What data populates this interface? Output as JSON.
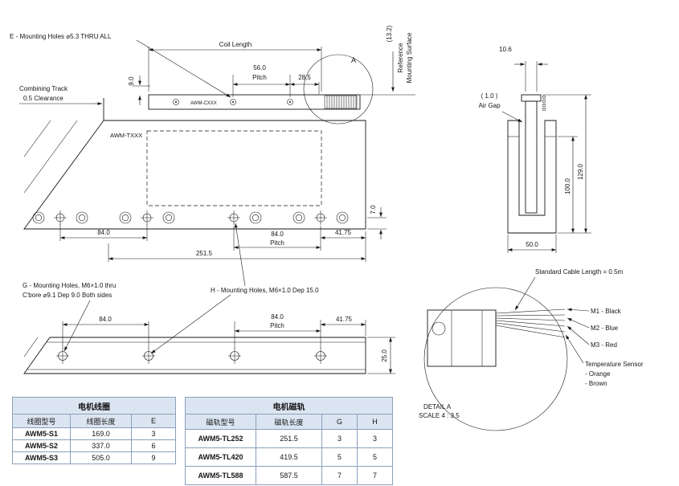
{
  "colors": {
    "line": "#161616",
    "table_header_bg": "#dbe5f1",
    "table_border": "#8aa0bc",
    "background": "#ffffff"
  },
  "drawing": {
    "top_view": {
      "note_e": "E - Mounting Holes ⌀5.3 THRU ALL",
      "coil_length_label": "Coil Length",
      "pitch56_value": "56.0",
      "pitch56_label": "Pitch",
      "dim_28_5": "28.5",
      "dim_9_0": "9.0",
      "detail_marker": "A",
      "dim_13_2": "(13.2)",
      "ref_line1": "Reference",
      "ref_line2": "Mounting Surface",
      "combining_line1": "Combining Track",
      "combining_line2": "0.5 Clearance",
      "coil_part_label": "AWM-CXXX",
      "track_part_label": "AWM-TXXX",
      "dim_7_0": "7.0",
      "dim_84_left": "84.0",
      "dim_84_right": "84.0",
      "pitch84_label": "Pitch",
      "dim_41_75": "41.75",
      "dim_251_5": "251.5"
    },
    "section_view": {
      "dim_10_6": "10.6",
      "air_gap_value": "( 1.0 )",
      "air_gap_label": "Air Gap",
      "dim_100": "100.0",
      "dim_129": "129.0",
      "dim_50": "50.0"
    },
    "side_view": {
      "note_g1": "G - Mounting Holes, M6×1.0 thru",
      "note_g2": "C'bore ⌀9.1 Dep 9.0 Both sides",
      "note_h": "H - Mounting Holes, M6×1.0 Dep 15.0",
      "dim_84_left": "84.0",
      "dim_84_right": "84.0",
      "pitch_label": "Pitch",
      "dim_41_75": "41.75",
      "dim_25": "25.0"
    },
    "detail_view": {
      "cable_note": "Standard Cable Length = 0.5m",
      "wire_m1": "M1 - Black",
      "wire_m2": "M2 - Blue",
      "wire_m3": "M3 - Red",
      "temp_sensor1": "Temperature Sensor",
      "temp_sensor2": "- Orange",
      "temp_sensor3": "- Brown",
      "title": "DETAIL A",
      "scale": "SCALE 4 : 3.5"
    }
  },
  "tables": {
    "coil": {
      "title": "电机线圈",
      "headers": [
        "线圈型号",
        "线圈长度",
        "E"
      ],
      "rows": [
        [
          "AWM5-S1",
          "169.0",
          "3"
        ],
        [
          "AWM5-S2",
          "337.0",
          "6"
        ],
        [
          "AWM5-S3",
          "505.0",
          "9"
        ]
      ]
    },
    "track": {
      "title": "电机磁轨",
      "headers": [
        "磁轨型号",
        "磁轨长度",
        "G",
        "H"
      ],
      "rows": [
        [
          "AWM5-TL252",
          "251.5",
          "3",
          "3"
        ],
        [
          "AWM5-TL420",
          "419.5",
          "5",
          "5"
        ],
        [
          "AWM5-TL588",
          "587.5",
          "7",
          "7"
        ]
      ]
    }
  }
}
